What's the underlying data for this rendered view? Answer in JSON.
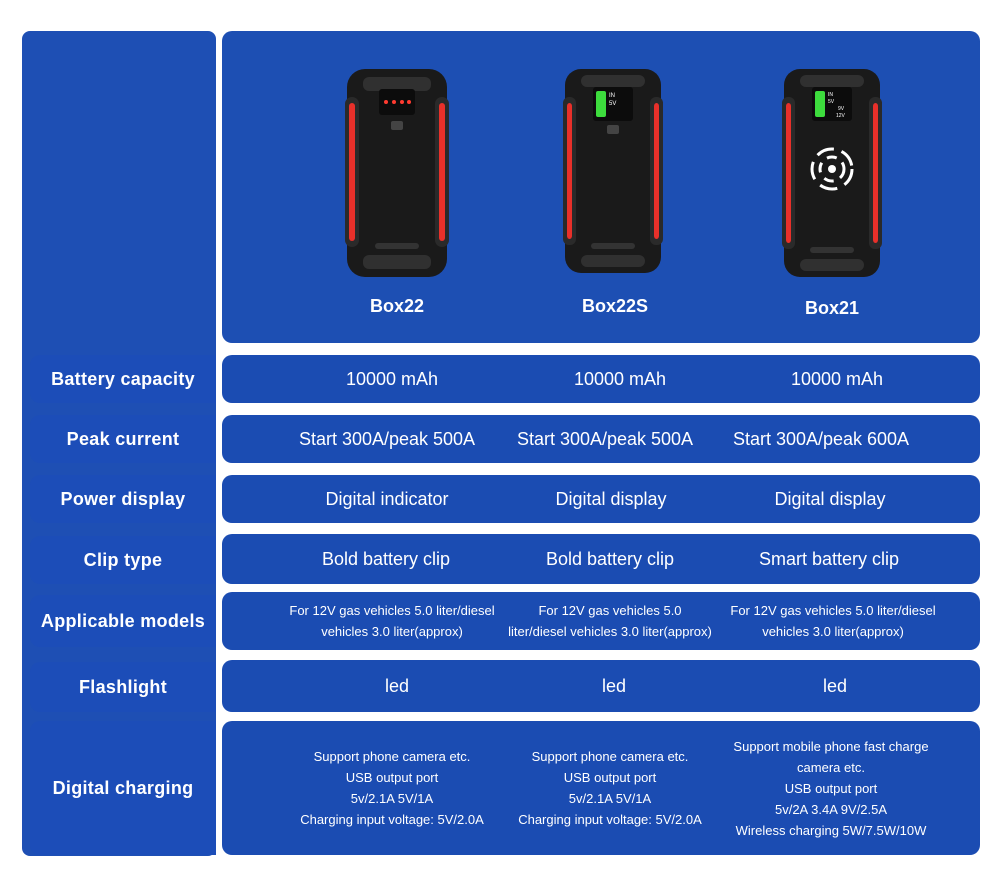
{
  "products": [
    {
      "name": "Box22",
      "display": "led-dots-icon"
    },
    {
      "name": "Box22S",
      "display": "digital-screen-icon",
      "screen_text": [
        "IN",
        "5V"
      ]
    },
    {
      "name": "Box21",
      "display": "digital-screen-icon",
      "screen_text": [
        "IN",
        "5V",
        "9V",
        "12V"
      ],
      "wireless": "wireless-charging-icon"
    }
  ],
  "rows": [
    {
      "label": "Battery capacity",
      "values": [
        "10000 mAh",
        "10000 mAh",
        "10000 mAh"
      ]
    },
    {
      "label": "Peak current",
      "values": [
        "Start 300A/peak 500A",
        "Start 300A/peak 500A",
        "Start 300A/peak 600A"
      ]
    },
    {
      "label": "Power display",
      "values": [
        "Digital indicator",
        "Digital display",
        "Digital display"
      ]
    },
    {
      "label": "Clip type",
      "values": [
        "Bold battery clip",
        "Bold battery clip",
        "Smart battery clip"
      ]
    },
    {
      "label": "Applicable models",
      "values": [
        [
          "For 12V gas vehicles 5.0 liter/diesel",
          "vehicles 3.0 liter(approx)"
        ],
        [
          "For 12V gas vehicles 5.0",
          "liter/diesel vehicles 3.0 liter(approx)"
        ],
        [
          "For 12V gas vehicles 5.0 liter/diesel",
          "vehicles 3.0 liter(approx)"
        ]
      ]
    },
    {
      "label": "Flashlight",
      "values": [
        "led",
        "led",
        "led"
      ]
    },
    {
      "label": "Digital charging",
      "values": [
        [
          "Support phone camera etc.",
          "USB output port",
          "5v/2.1A 5V/1A",
          "Charging input voltage: 5V/2.0A"
        ],
        [
          "Support phone camera etc.",
          "USB output port",
          "5v/2.1A 5V/1A",
          "Charging input voltage: 5V/2.0A"
        ],
        [
          "Support mobile phone fast charge",
          "camera etc.",
          "USB output port",
          "5v/2A 3.4A 9V/2.5A",
          "Wireless charging 5W/7.5W/10W"
        ]
      ]
    }
  ],
  "colors": {
    "panel": "#1d4fb3",
    "accent_red": "#e8302a",
    "screen_green": "#3ddc3d"
  }
}
